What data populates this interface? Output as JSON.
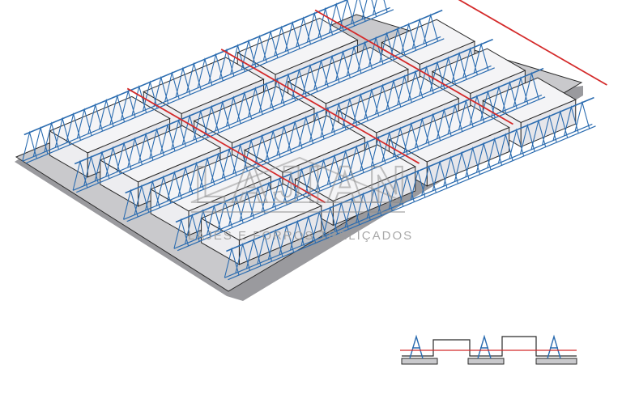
{
  "watermark": {
    "title": "LAJIAN",
    "subtitle": "LAJES E FORROS TRELIÇADOS"
  },
  "colors": {
    "slab_top": "#c9c9cc",
    "slab_side": "#9a9a9e",
    "block_top": "#f4f4f6",
    "block_side": "#e6e6ea",
    "outline": "#2a2a2a",
    "truss": "#2b6cb0",
    "rebar": "#d42a2a"
  },
  "diagram": {
    "block_rows": 4,
    "truss_lines": 5,
    "reinforcement_bars": 4
  }
}
